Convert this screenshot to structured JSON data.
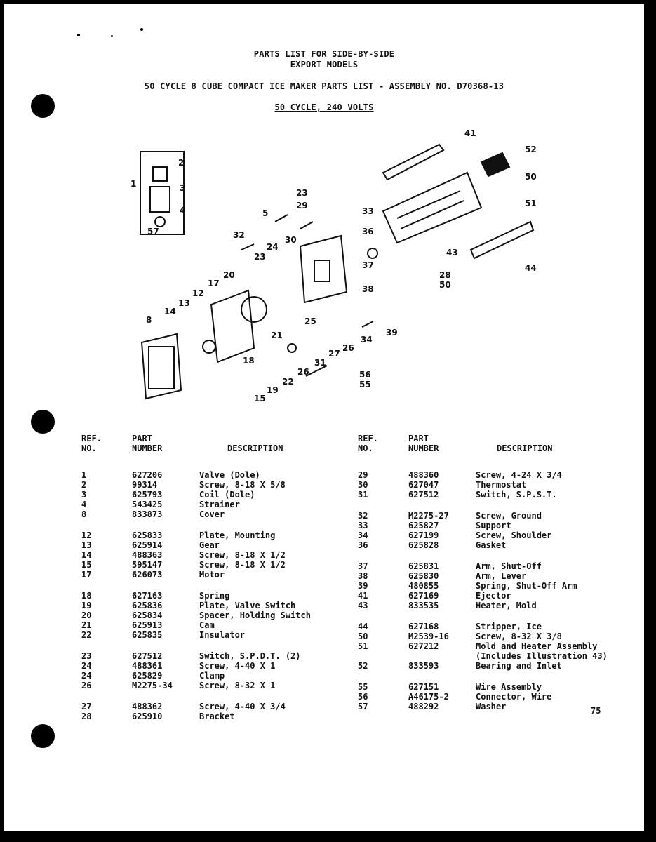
{
  "header": {
    "line1": "PARTS LIST FOR SIDE-BY-SIDE",
    "line2": "EXPORT MODELS",
    "line3": "50 CYCLE 8 CUBE COMPACT ICE MAKER PARTS LIST - ASSEMBLY NO.  D70368-13",
    "line4": "50 CYCLE, 240 VOLTS"
  },
  "columns": {
    "ref": "REF.\nNO.",
    "part": "PART\nNUMBER",
    "desc": "DESCRIPTION"
  },
  "left_rows": [
    {
      "ref": "1",
      "part": "627206",
      "desc": "Valve (Dole)"
    },
    {
      "ref": "2",
      "part": "99314",
      "desc": "Screw, 8-18 X 5/8"
    },
    {
      "ref": "3",
      "part": "625793",
      "desc": "Coil (Dole)"
    },
    {
      "ref": "4",
      "part": "543425",
      "desc": "Strainer"
    },
    {
      "ref": "8",
      "part": "833873",
      "desc": "Cover"
    },
    {
      "ref": "12",
      "part": "625833",
      "desc": "Plate, Mounting"
    },
    {
      "ref": "13",
      "part": "625914",
      "desc": "Gear"
    },
    {
      "ref": "14",
      "part": "488363",
      "desc": "Screw, 8-18 X 1/2"
    },
    {
      "ref": "15",
      "part": "595147",
      "desc": "Screw, 8-18 X 1/2"
    },
    {
      "ref": "17",
      "part": "626073",
      "desc": "Motor"
    },
    {
      "ref": "18",
      "part": "627163",
      "desc": "Spring"
    },
    {
      "ref": "19",
      "part": "625836",
      "desc": "Plate, Valve Switch"
    },
    {
      "ref": "20",
      "part": "625834",
      "desc": "Spacer, Holding Switch"
    },
    {
      "ref": "21",
      "part": "625913",
      "desc": "Cam"
    },
    {
      "ref": "22",
      "part": "625835",
      "desc": "Insulator"
    },
    {
      "ref": "23",
      "part": "627512",
      "desc": "Switch, S.P.D.T. (2)"
    },
    {
      "ref": "24",
      "part": "488361",
      "desc": "Screw, 4-40 X 1"
    },
    {
      "ref": "24",
      "part": "625829",
      "desc": "Clamp"
    },
    {
      "ref": "26",
      "part": "M2275-34",
      "desc": "Screw, 8-32 X 1"
    },
    {
      "ref": "27",
      "part": "488362",
      "desc": "Screw, 4-40 X 3/4"
    },
    {
      "ref": "28",
      "part": "625910",
      "desc": "Bracket"
    }
  ],
  "right_rows": [
    {
      "ref": "29",
      "part": "488360",
      "desc": "Screw, 4-24 X 3/4"
    },
    {
      "ref": "30",
      "part": "627047",
      "desc": "Thermostat"
    },
    {
      "ref": "31",
      "part": "627512",
      "desc": "Switch, S.P.S.T."
    },
    {
      "ref": "32",
      "part": "M2275-27",
      "desc": "Screw, Ground"
    },
    {
      "ref": "33",
      "part": "625827",
      "desc": "Support"
    },
    {
      "ref": "34",
      "part": "627199",
      "desc": "Screw, Shoulder"
    },
    {
      "ref": "36",
      "part": "625828",
      "desc": "Gasket"
    },
    {
      "ref": "37",
      "part": "625831",
      "desc": "Arm, Shut-Off"
    },
    {
      "ref": "38",
      "part": "625830",
      "desc": "Arm, Lever"
    },
    {
      "ref": "39",
      "part": "480855",
      "desc": "Spring, Shut-Off Arm"
    },
    {
      "ref": "41",
      "part": "627169",
      "desc": "Ejector"
    },
    {
      "ref": "43",
      "part": "833535",
      "desc": "Heater, Mold"
    },
    {
      "ref": "44",
      "part": "627168",
      "desc": "Stripper, Ice"
    },
    {
      "ref": "50",
      "part": "M2539-16",
      "desc": "Screw, 8-32 X 3/8"
    },
    {
      "ref": "51",
      "part": "627212",
      "desc": "Mold and Heater Assembly"
    },
    {
      "ref": "",
      "part": "",
      "desc": "(Includes Illustration 43)"
    },
    {
      "ref": "52",
      "part": "833593",
      "desc": "Bearing and Inlet"
    },
    {
      "ref": "55",
      "part": "627151",
      "desc": "Wire Assembly"
    },
    {
      "ref": "56",
      "part": "A46175-2",
      "desc": "Connector, Wire"
    },
    {
      "ref": "57",
      "part": "488292",
      "desc": "Washer"
    }
  ],
  "diagram_callouts": [
    "1",
    "2",
    "3",
    "4",
    "57",
    "5",
    "32",
    "23",
    "29",
    "33",
    "41",
    "52",
    "50",
    "51",
    "36",
    "43",
    "44",
    "28",
    "50",
    "30",
    "24",
    "23",
    "20",
    "17",
    "12",
    "13",
    "14",
    "8",
    "37",
    "38",
    "25",
    "39",
    "34",
    "21",
    "27",
    "26",
    "18",
    "31",
    "26",
    "19",
    "22",
    "15",
    "56",
    "55"
  ],
  "page_number": "75"
}
